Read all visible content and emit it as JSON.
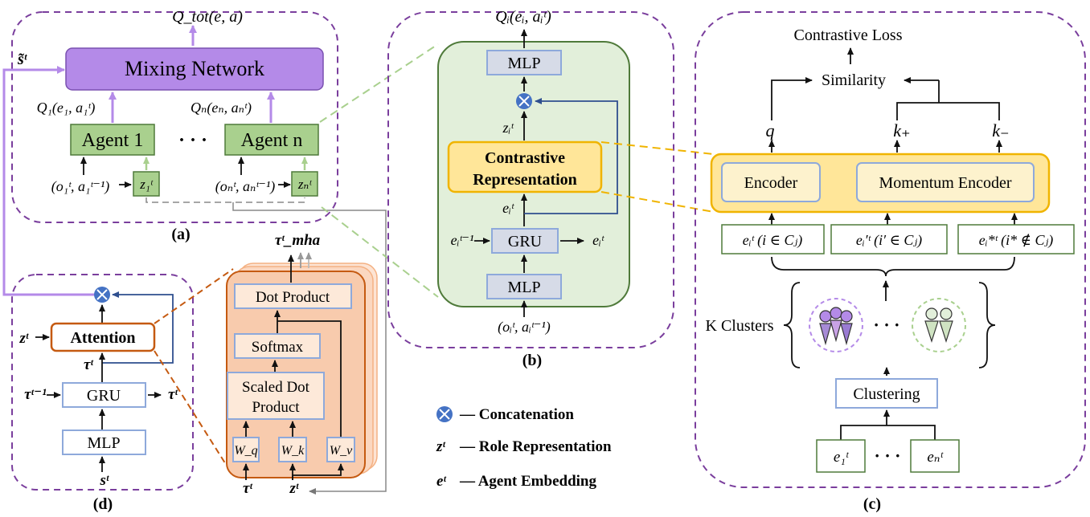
{
  "panel_a": {
    "caption": "(a)",
    "output": "Q_tot(e, a)",
    "state": "s̃ᵗ",
    "mixing": "Mixing Network",
    "q1": "Q₁(e₁, a₁ᵗ)",
    "qn": "Qₙ(eₙ, aₙᵗ)",
    "agent1": "Agent 1",
    "agentn": "Agent n",
    "dots": "· · ·",
    "in1": "(o₁ᵗ, a₁ᵗ⁻¹)",
    "inn": "(oₙᵗ, aₙᵗ⁻¹)",
    "z1": "z₁ᵗ",
    "zn": "zₙᵗ"
  },
  "panel_b": {
    "caption": "(b)",
    "output": "Qᵢ(eᵢ, aᵢᵗ)",
    "mlp_top": "MLP",
    "z": "zᵢᵗ",
    "cr_line1": "Contrastive",
    "cr_line2": "Representation",
    "e_mid": "eᵢᵗ",
    "e_prev": "eᵢᵗ⁻¹",
    "gru": "GRU",
    "e_out": "eᵢᵗ",
    "mlp_bottom": "MLP",
    "input": "(oᵢᵗ, aᵢᵗ⁻¹)"
  },
  "panel_c": {
    "caption": "(c)",
    "loss": "Contrastive Loss",
    "similarity": "Similarity",
    "q": "q",
    "kplus": "k₊",
    "kminus": "k₋",
    "encoder": "Encoder",
    "momentum": "Momentum Encoder",
    "e1": "eᵢᵗ (i ∈ Cⱼ)",
    "e2": "eᵢ′ᵗ (i′ ∈ Cⱼ)",
    "e3": "eᵢ*ᵗ (i* ∉ Cⱼ)",
    "clusters_label": "K Clusters",
    "dots": "· · ·",
    "clustering": "Clustering",
    "in1": "e₁ᵗ",
    "inn": "eₙᵗ"
  },
  "panel_d": {
    "caption": "(d)",
    "z": "zᵗ",
    "attention": "Attention",
    "tau": "τᵗ",
    "tau_prev": "τᵗ⁻¹",
    "gru": "GRU",
    "tau_out": "τᵗ",
    "mlp": "MLP",
    "s": "sᵗ"
  },
  "attention_detail": {
    "output": "τᵗ_mha",
    "dot": "Dot Product",
    "softmax": "Softmax",
    "scaled1": "Scaled Dot",
    "scaled2": "Product",
    "wq": "W_q",
    "wk": "W_k",
    "wv": "W_v",
    "tau_in": "τᵗ",
    "z_in": "zᵗ"
  },
  "legend": {
    "concat": "— Concatenation",
    "role_sym": "zᵗ",
    "role": "— Role Representation",
    "emb_sym": "eᵗ",
    "emb": "— Agent Embedding"
  },
  "colors": {
    "purple_dash": "#7a3e9d",
    "mixing_fill": "#b48ae8",
    "agent_fill": "#a9d08e",
    "agent_stroke": "#4f7a3a",
    "panel_b_fill": "#e2efda",
    "yellow_fill": "#ffe699",
    "yellow_stroke": "#f0b400",
    "blue_stroke": "#8ea9db",
    "orange_fill": "#f8cbad",
    "orange_stroke": "#c55a11",
    "concat_fill": "#4472c4"
  }
}
